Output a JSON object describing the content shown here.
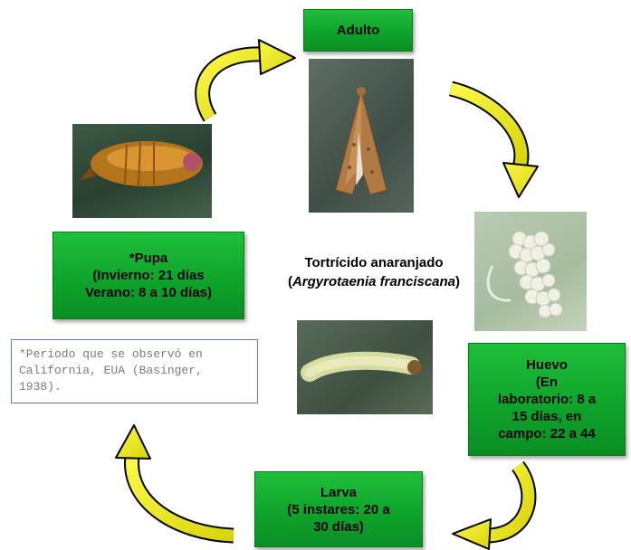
{
  "title": {
    "line1": "Tortrícido anaranjado",
    "open": "(",
    "scientific": "Argyrotaenia franciscana",
    "close": ")"
  },
  "stages": {
    "adult": {
      "lines": [
        "Adulto"
      ]
    },
    "egg": {
      "lines": [
        "Huevo",
        "(En",
        "laboratorio: 8 a",
        "15 días, en",
        "campo: 22 a 44"
      ]
    },
    "larva": {
      "lines": [
        "Larva",
        "(5 instares: 20 a",
        "30 días)"
      ]
    },
    "pupa": {
      "lines": [
        "*Pupa",
        "(Invierno: 21 días",
        "Verano: 8 a 10 días)"
      ]
    }
  },
  "note": "*Periodo que se observó en California, EUA (Basinger, 1938).",
  "colors": {
    "box_green": "#12a830",
    "arrow_yellow": "#f2ef1a",
    "note_border": "#5a7fb0"
  }
}
